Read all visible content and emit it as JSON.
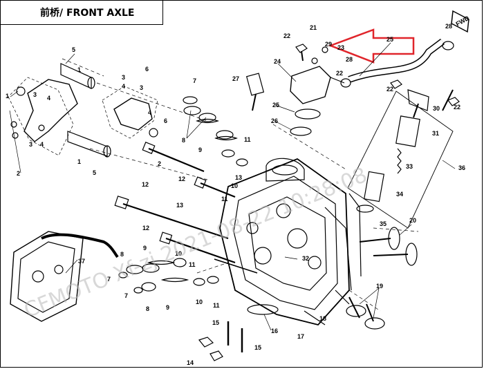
{
  "title": "前桥/ FRONT AXLE",
  "fwd_label": "FWD",
  "watermark": "CFMOTO Xf-zj 2021-08-22 10:28:08",
  "callouts": [
    "1",
    "2",
    "3",
    "4",
    "5",
    "6",
    "7",
    "8",
    "9",
    "10",
    "11",
    "12",
    "13",
    "14",
    "15",
    "16",
    "17",
    "18",
    "19",
    "20",
    "21",
    "22",
    "23",
    "24",
    "25",
    "26",
    "27",
    "28",
    "29",
    "30",
    "31",
    "32",
    "33",
    "34",
    "35",
    "36",
    "37"
  ],
  "colors": {
    "line": "#000000",
    "arrow": "#e0252b",
    "watermark": "#b9b9b9"
  }
}
